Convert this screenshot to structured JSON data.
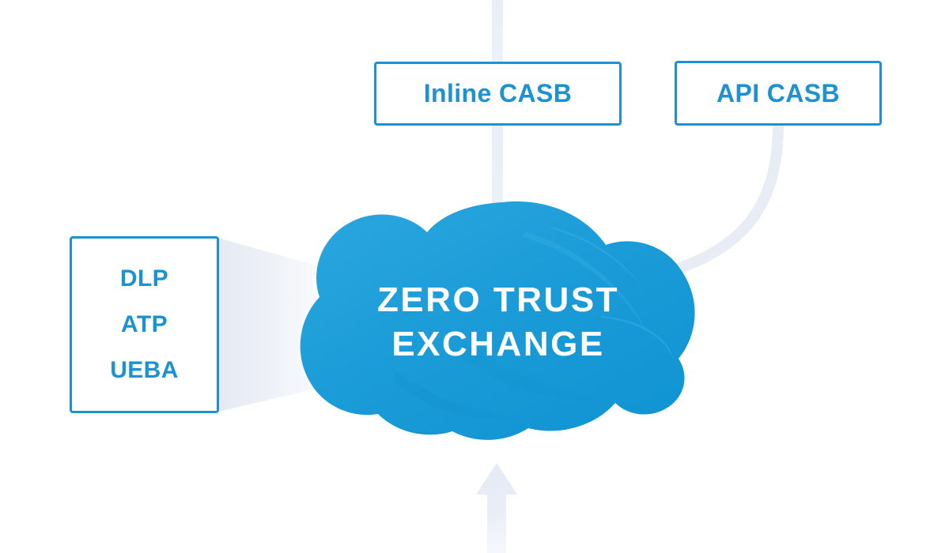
{
  "diagram": {
    "title": "Zero Trust Exchange CASB architecture",
    "background_color": "#FFFFFF",
    "accent_color": "#1C92D2",
    "cloud_color": "#1B9CD8",
    "connector_color": "#E6EAF2"
  },
  "cloud": {
    "label_line1": "ZERO TRUST",
    "label_line2": "EXCHANGE",
    "text_color": "#FFFFFF",
    "fill_color": "#1B9CD8"
  },
  "nodes": {
    "inline_casb": {
      "label": "Inline CASB",
      "border_color": "#1C92D2",
      "text_color": "#1C92D2"
    },
    "api_casb": {
      "label": "API CASB",
      "border_color": "#1C92D2",
      "text_color": "#1C92D2"
    },
    "security_services": {
      "lines": [
        "DLP",
        "ATP",
        "UEBA"
      ],
      "border_color": "#1C92D2",
      "text_color": "#1C92D2"
    }
  },
  "connectors": {
    "inline_casb_to_cloud": "vertical-line",
    "api_casb_to_cloud": "curved-line",
    "security_services_to_cloud": "tapered-band",
    "bottom_inbound": "up-arrow"
  }
}
